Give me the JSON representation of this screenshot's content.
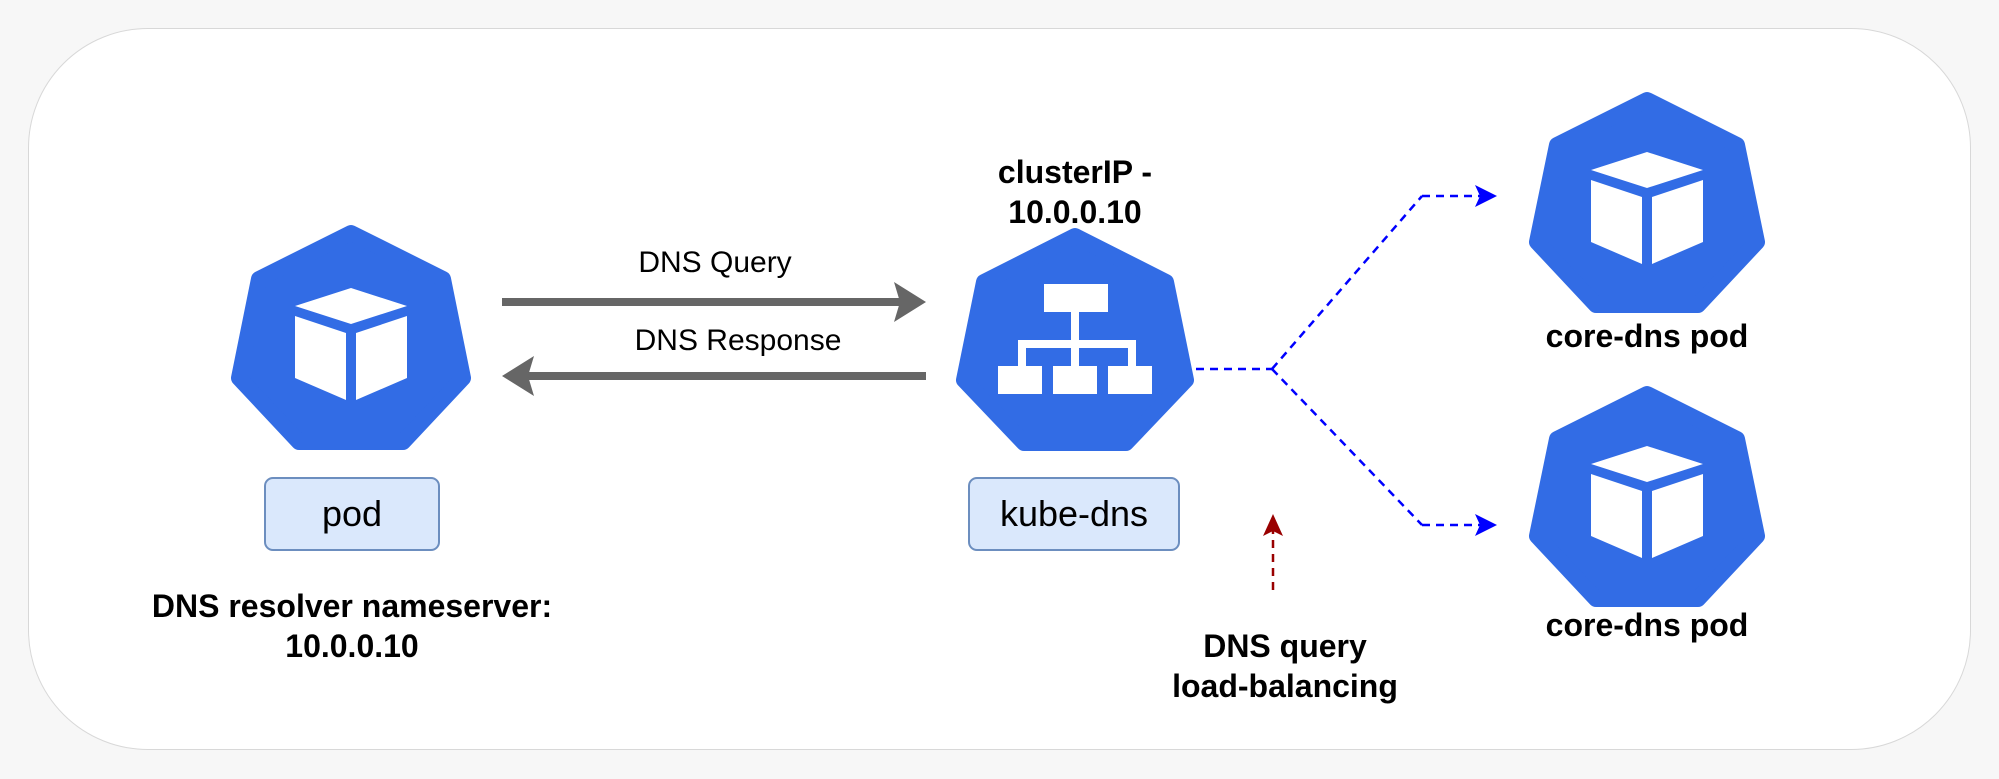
{
  "colors": {
    "kube_blue": "#326ce5",
    "icon_white": "#ffffff",
    "arrow_gray": "#666666",
    "dashed_blue": "#0000ff",
    "dashed_red": "#990000",
    "label_fill": "#dae8fc",
    "label_border": "#6c8ebf"
  },
  "icons": {
    "pod": "kubernetes-pod-icon",
    "service": "kubernetes-service-icon",
    "coredns_top": "kubernetes-pod-icon",
    "coredns_bottom": "kubernetes-pod-icon"
  },
  "pod": {
    "label": "pod",
    "caption_line1": "DNS resolver nameserver:",
    "caption_line2": "10.0.0.10"
  },
  "service": {
    "title_line1": "clusterIP -",
    "title_line2": "10.0.0.10",
    "label": "kube-dns"
  },
  "arrows": {
    "query_label": "DNS Query",
    "response_label": "DNS Response"
  },
  "load_balancing": {
    "line1": "DNS query",
    "line2": "load-balancing"
  },
  "coredns": [
    {
      "label": "core-dns pod"
    },
    {
      "label": "core-dns pod"
    }
  ]
}
